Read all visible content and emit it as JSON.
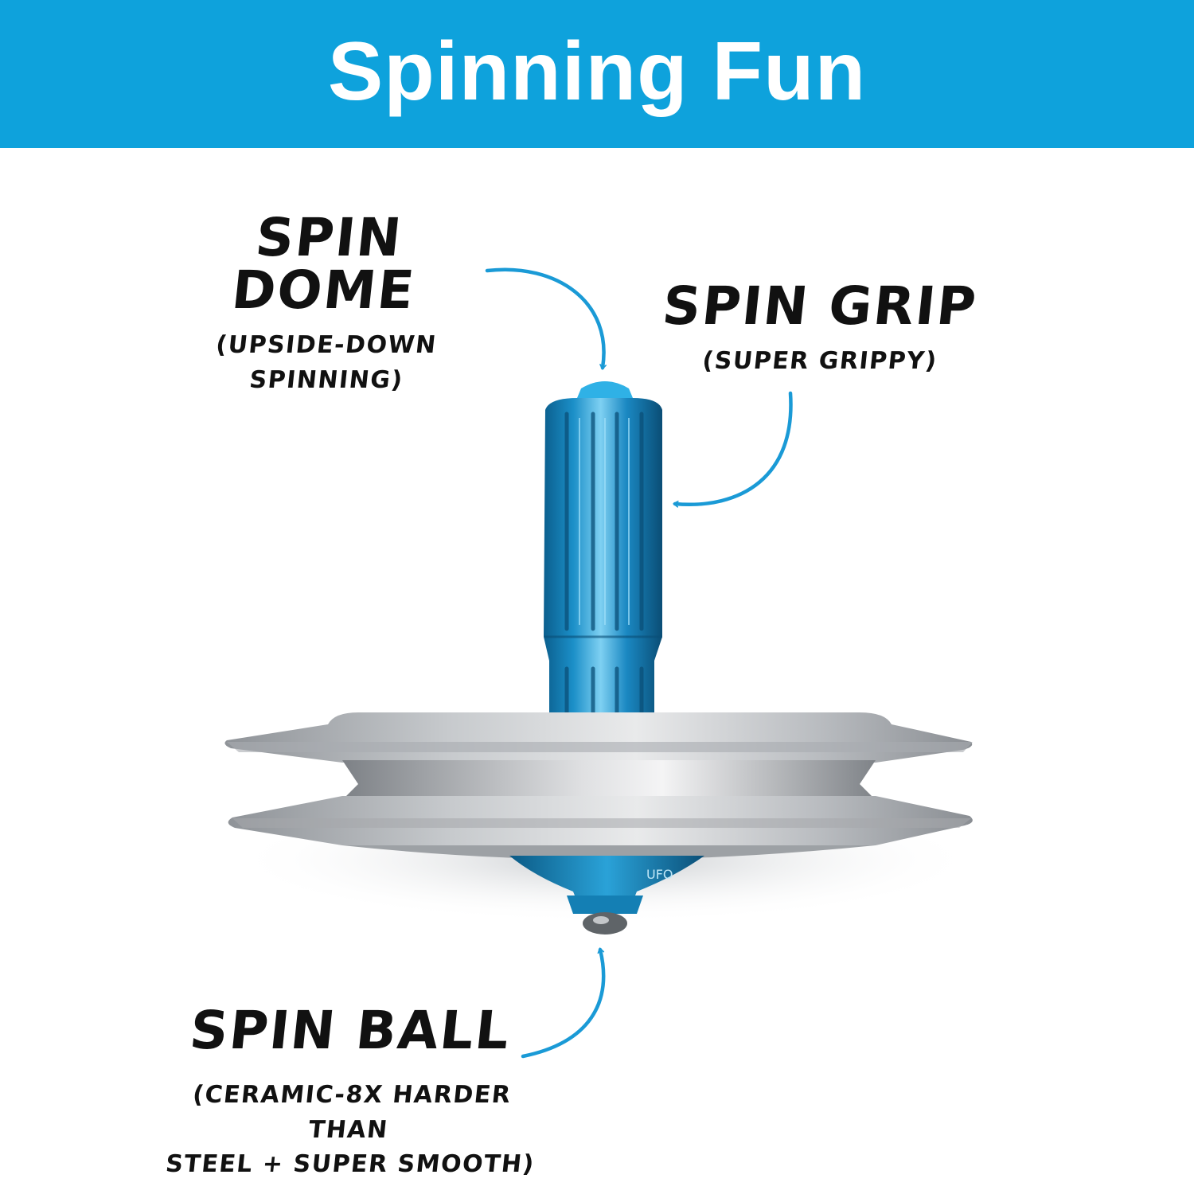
{
  "banner": {
    "title": "Spinning Fun",
    "background_color": "#0ea2dc"
  },
  "callouts": {
    "spin_dome": {
      "title": "SPIN DOME",
      "line1": "(UPSIDE-DOWN",
      "line2": "SPINNING)"
    },
    "spin_grip": {
      "title": "SPIN GRIP",
      "line1": "(SUPER GRIPPY)"
    },
    "spin_ball": {
      "title": "SPIN BALL",
      "line1": "(CERAMIC-8X HARDER THAN",
      "line2": "STEEL + SUPER SMOOTH)"
    }
  },
  "product": {
    "colors": {
      "handle": "#1a95cf",
      "disc": "#b9bcc0",
      "arrow": "#1a9ad6"
    },
    "bottom_label": "UFO"
  }
}
